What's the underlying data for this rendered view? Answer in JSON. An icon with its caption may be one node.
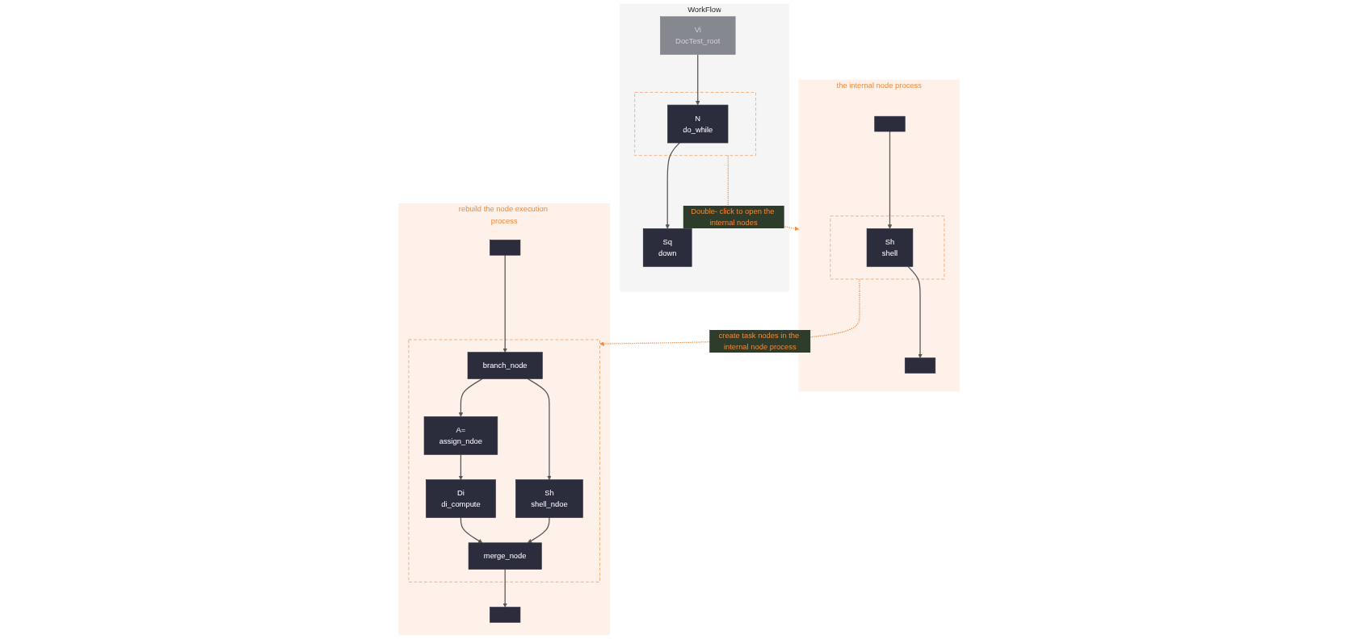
{
  "diagram": {
    "nodes": [
      {
        "text": [
          "WorkFlow"
        ]
      },
      {
        "text": [
          "Vi",
          "DocTest_root"
        ],
        "in": 0
      },
      {
        "text": [],
        "shape": "box",
        "in": 0
      },
      {
        "text": [
          "N",
          "do_while"
        ],
        "in": 2
      },
      {
        "text": [
          "Sq",
          "down"
        ],
        "in": 0
      },
      {
        "text": [
          "the internal node process"
        ]
      },
      {
        "text": [],
        "shape": "box",
        "in": 5
      },
      {
        "text": [],
        "shape": "box",
        "in": 5
      },
      {
        "text": [
          "Sh",
          "shell"
        ],
        "in": 7
      },
      {
        "text": [],
        "shape": "box",
        "in": 5
      },
      {
        "text": [
          "rebuild the node execution process"
        ]
      },
      {
        "text": [],
        "shape": "box",
        "in": 10
      },
      {
        "text": [],
        "shape": "box",
        "in": 10
      },
      {
        "text": [
          "branch_node"
        ],
        "in": 12
      },
      {
        "text": [
          "A=",
          "assign_ndoe"
        ],
        "in": 12
      },
      {
        "text": [
          "Sh",
          "shell_ndoe"
        ],
        "in": 12
      },
      {
        "text": [
          "Di",
          "di_compute"
        ],
        "in": 12
      },
      {
        "text": [
          "merge_node"
        ],
        "in": 12
      },
      {
        "text": [],
        "shape": "box",
        "in": 10
      }
    ],
    "edges": [
      {
        "from": 1,
        "to": 3,
        "arrow": "to"
      },
      {
        "from": 3,
        "to": 4,
        "arrow": "to"
      },
      {
        "from": 2,
        "to": 5,
        "arrow": "to",
        "label": "Double- click to open the internal nodes",
        "style": "dashed",
        "color": "#f08a3c"
      },
      {
        "from": 6,
        "to": 8,
        "arrow": "to"
      },
      {
        "from": 8,
        "to": 9,
        "arrow": "to"
      },
      {
        "from": 7,
        "to": 12,
        "arrow": "to",
        "label": "create task nodes in the internal node process",
        "style": "dashed",
        "color": "#f08a3c"
      },
      {
        "from": 11,
        "to": 13,
        "arrow": "to"
      },
      {
        "from": 13,
        "to": 14,
        "arrow": "to"
      },
      {
        "from": 13,
        "to": 15,
        "arrow": "to"
      },
      {
        "from": 14,
        "to": 16,
        "arrow": "to"
      },
      {
        "from": 16,
        "to": 17,
        "arrow": "to"
      },
      {
        "from": 15,
        "to": 17,
        "arrow": "to"
      },
      {
        "from": 17,
        "to": 18,
        "arrow": "to"
      }
    ]
  }
}
